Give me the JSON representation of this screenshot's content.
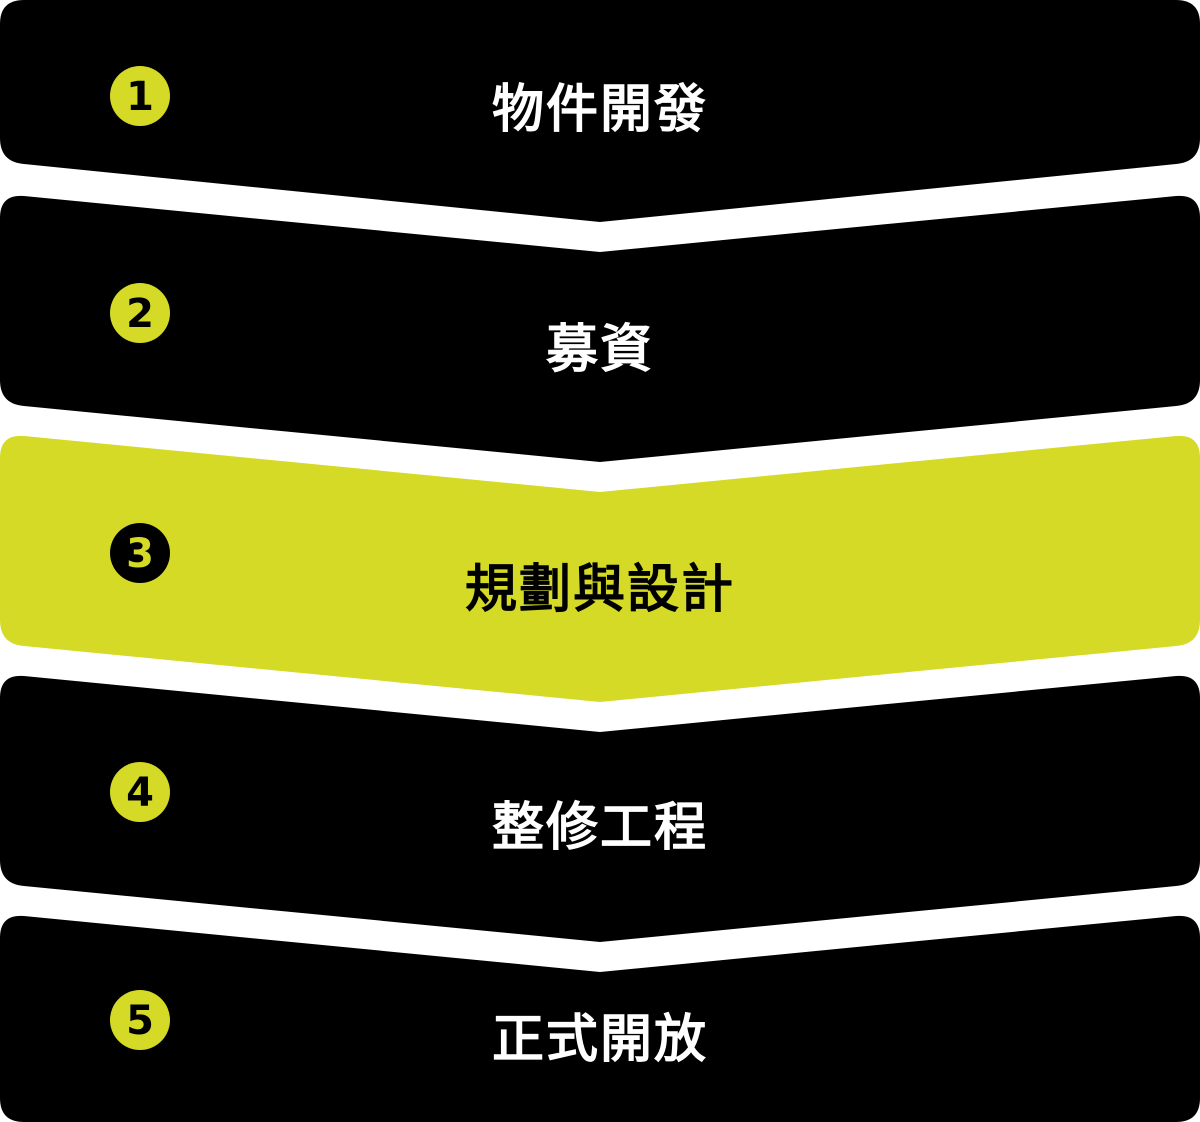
{
  "colors": {
    "background": "#ffffff",
    "step_fill": "#000000",
    "active_fill": "#d4da25",
    "accent": "#d4da25",
    "label_text": "#ffffff",
    "active_label_text": "#000000"
  },
  "steps": [
    {
      "number": "1",
      "label": "物件開發",
      "active": false
    },
    {
      "number": "2",
      "label": "募資",
      "active": false
    },
    {
      "number": "3",
      "label": "規劃與設計",
      "active": true
    },
    {
      "number": "4",
      "label": "整修工程",
      "active": false
    },
    {
      "number": "5",
      "label": "正式開放",
      "active": false
    }
  ]
}
